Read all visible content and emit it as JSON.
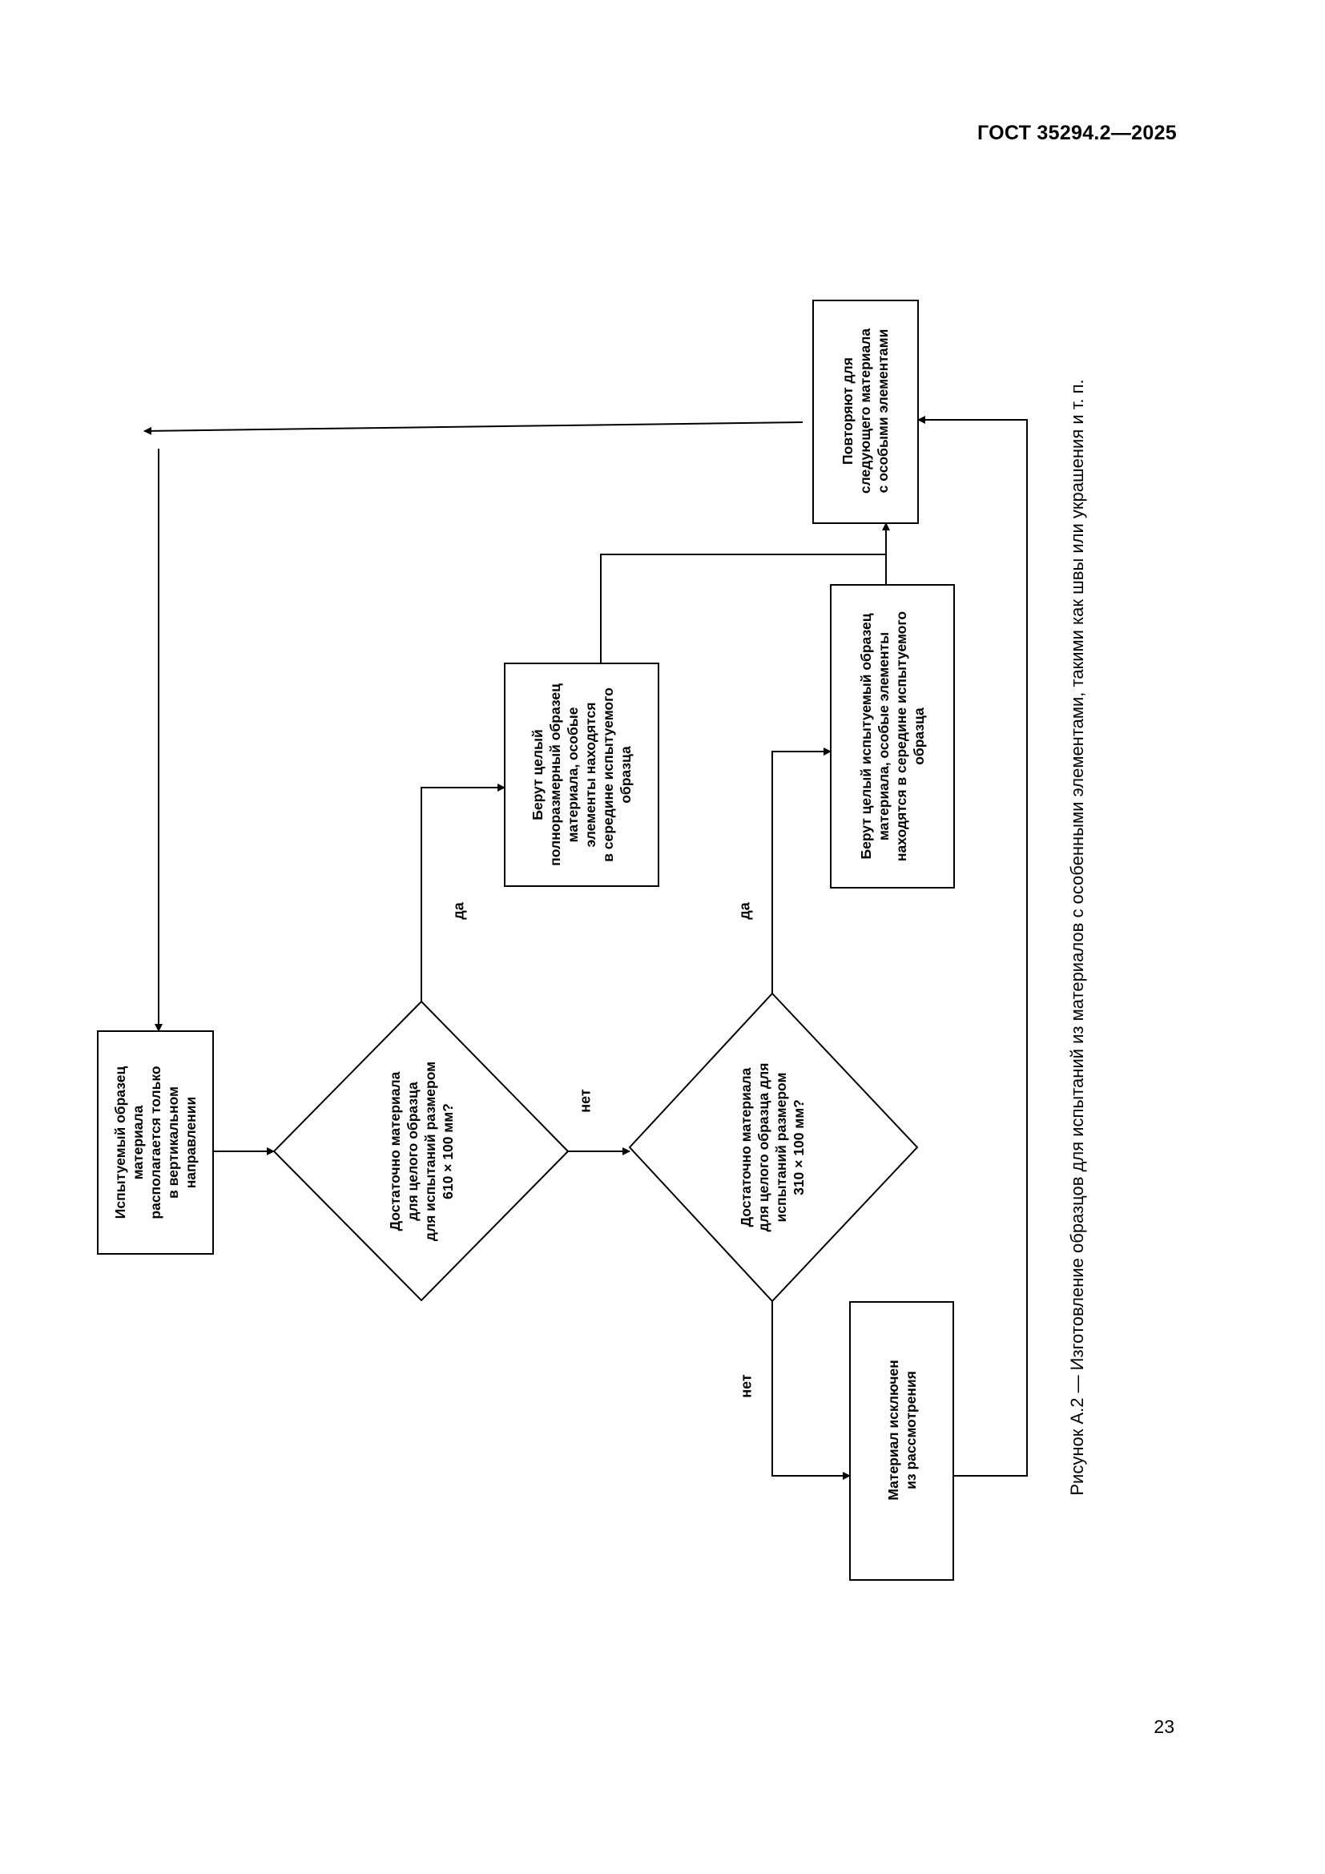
{
  "document": {
    "standard": "ГОСТ 35294.2—2025",
    "page_number": "23",
    "caption": "Рисунок А.2 — Изготовление образцов для испытаний из материалов с особенными элементами, такими как швы или украшения и т. п."
  },
  "flowchart": {
    "start_box": [
      "Испытуемый образец",
      "материала",
      "располагается  только",
      "в  вертикальном",
      "направлении"
    ],
    "decision_1": [
      "Достаточно  материала",
      "для целого образца",
      "для испытаний размером",
      "610 × 100 мм?"
    ],
    "decision_2": [
      "Достаточно  материала",
      "для  целого образца  для",
      "испытаний  размером",
      "310 × 100 мм?"
    ],
    "box_full_size": [
      "Берут целый",
      "полноразмерный  образец",
      "материала, особые",
      "элементы находятся",
      "в середине испытуемого",
      "образца"
    ],
    "box_whole_specimen": [
      "Берут целый испытуемый образец",
      "материала, особые элементы",
      "находятся в середине испытуемого",
      "образца"
    ],
    "box_excluded": [
      "Материал исключен",
      "из рассмотрения"
    ],
    "box_repeat": [
      "Повторяют для",
      "следующего материала",
      "с особыми элементами"
    ],
    "label_yes_1": "да",
    "label_no_1": "нет",
    "label_yes_2": "да",
    "label_no_2": "нет"
  }
}
